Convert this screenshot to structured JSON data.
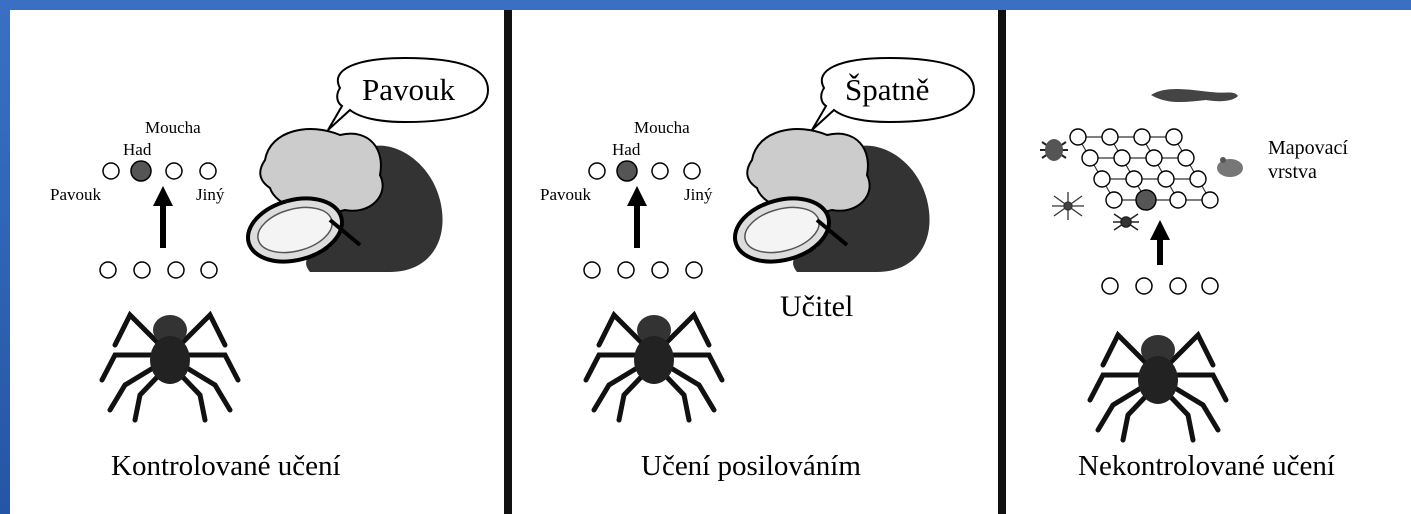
{
  "colors": {
    "frame": "#2a5aa6",
    "active_node": "#555555",
    "panel": "#ffffff",
    "ink": "#000000"
  },
  "panels": [
    {
      "caption": "Kontrolované učení",
      "speech": "Pavouk",
      "outputs": {
        "left": "Pavouk",
        "snake": "Had",
        "fly": "Moucha",
        "other": "Jiný"
      },
      "icons": [
        "spider-icon",
        "scientist-with-magnifier-icon"
      ]
    },
    {
      "caption": "Učení posilováním",
      "speech": "Špatně",
      "outputs": {
        "left": "Pavouk",
        "snake": "Had",
        "fly": "Moucha",
        "other": "Jiný"
      },
      "teacher": "Učitel",
      "icons": [
        "spider-icon",
        "scientist-with-magnifier-icon"
      ]
    },
    {
      "caption": "Nekontrolované učení",
      "map_label": "Mapovací vrstva",
      "icons": [
        "spider-icon",
        "beetle-icon",
        "small-spider-icon",
        "lizard-icon",
        "frog-icon"
      ]
    }
  ]
}
